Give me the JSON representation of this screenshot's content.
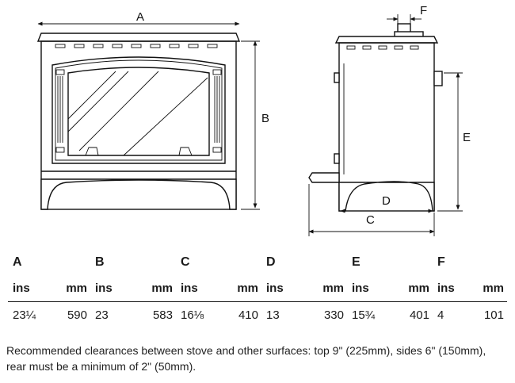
{
  "labels": {
    "A": "A",
    "B": "B",
    "C": "C",
    "D": "D",
    "E": "E",
    "F": "F"
  },
  "table": {
    "letters": [
      "A",
      "B",
      "C",
      "D",
      "E",
      "F"
    ],
    "units": {
      "ins": "ins",
      "mm": "mm"
    },
    "rows": [
      {
        "ins": "23¼",
        "mm": "590"
      },
      {
        "ins": "23",
        "mm": "583"
      },
      {
        "ins": "16⅛",
        "mm": "410"
      },
      {
        "ins": "13",
        "mm": "330"
      },
      {
        "ins": "15¾",
        "mm": "401"
      },
      {
        "ins": "4",
        "mm": "101"
      }
    ]
  },
  "note": "Recommended clearances between stove and other surfaces: top 9\" (225mm), sides 6\" (150mm), rear must be a minimum of 2\" (50mm)."
}
